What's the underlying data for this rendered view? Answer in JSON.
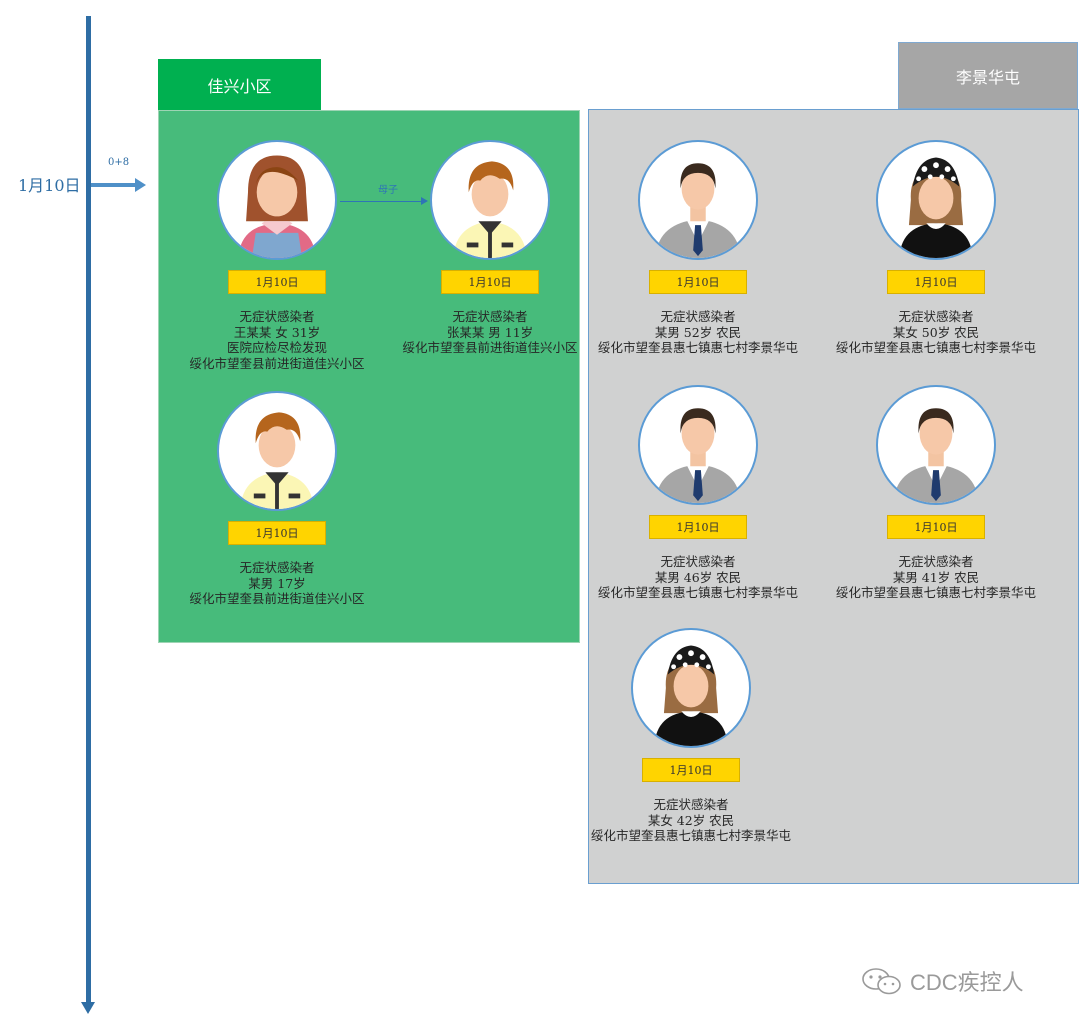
{
  "timeline": {
    "date": "1月10日",
    "day_offset": "0+8"
  },
  "regions": [
    {
      "name": "佳兴小区",
      "color": "#00b050"
    },
    {
      "name": "李景华屯",
      "color": "#a6a6a6"
    }
  ],
  "relation": {
    "label": "母子"
  },
  "people": [
    {
      "date": "1月10日",
      "lines": [
        "无症状感染者",
        "王某某  女  31岁",
        "医院应检尽检发现",
        "绥化市望奎县前进街道佳兴小区"
      ],
      "avatar": "woman-brown-hair"
    },
    {
      "date": "1月10日",
      "lines": [
        "无症状感染者",
        "张某某  男  11岁",
        "绥化市望奎县前进街道佳兴小区"
      ],
      "avatar": "boy-yellow-jacket"
    },
    {
      "date": "1月10日",
      "lines": [
        "无症状感染者",
        "某男  17岁",
        "绥化市望奎县前进街道佳兴小区"
      ],
      "avatar": "boy-yellow-jacket"
    },
    {
      "date": "1月10日",
      "lines": [
        "无症状感染者",
        "某男  52岁  农民",
        "绥化市望奎县惠七镇惠七村李景华屯"
      ],
      "avatar": "man-suit"
    },
    {
      "date": "1月10日",
      "lines": [
        "无症状感染者",
        "某女  50岁  农民",
        "绥化市望奎县惠七镇惠七村李景华屯"
      ],
      "avatar": "woman-black-scarf"
    },
    {
      "date": "1月10日",
      "lines": [
        "无症状感染者",
        "某男  46岁  农民",
        "绥化市望奎县惠七镇惠七村李景华屯"
      ],
      "avatar": "man-suit"
    },
    {
      "date": "1月10日",
      "lines": [
        "无症状感染者",
        "某男  41岁  农民",
        "绥化市望奎县惠七镇惠七村李景华屯"
      ],
      "avatar": "man-suit"
    },
    {
      "date": "1月10日",
      "lines": [
        "无症状感染者",
        "某女  42岁  农民",
        "绥化市望奎县惠七镇惠七村李景华屯"
      ],
      "avatar": "woman-black-scarf"
    }
  ],
  "watermark": {
    "text": "CDC疾控人",
    "icon": "wechat-icon"
  }
}
